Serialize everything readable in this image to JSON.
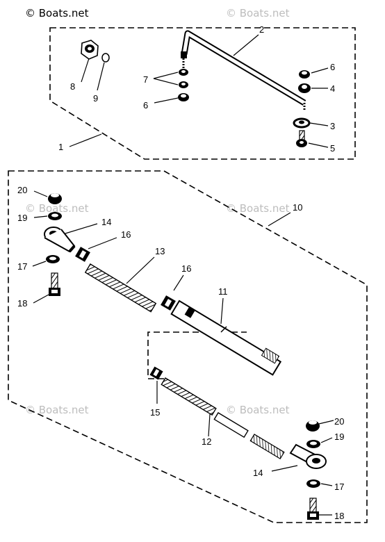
{
  "watermark": {
    "top_left": "© Boats.net",
    "repeat": "© Boats.net"
  },
  "callouts": {
    "c1": "1",
    "c2": "2",
    "c3": "3",
    "c4": "4",
    "c5": "5",
    "c6a": "6",
    "c6b": "6",
    "c7": "7",
    "c8": "8",
    "c9": "9",
    "c10": "10",
    "c11": "11",
    "c12": "12",
    "c13": "13",
    "c14a": "14",
    "c14b": "14",
    "c15": "15",
    "c16a": "16",
    "c16b": "16",
    "c17a": "17",
    "c17b": "17",
    "c18a": "18",
    "c18b": "18",
    "c19a": "19",
    "c19b": "19",
    "c20a": "20",
    "c20b": "20"
  },
  "colors": {
    "ink": "#000000",
    "watermark": "#bdbdbd",
    "paper": "#ffffff"
  }
}
